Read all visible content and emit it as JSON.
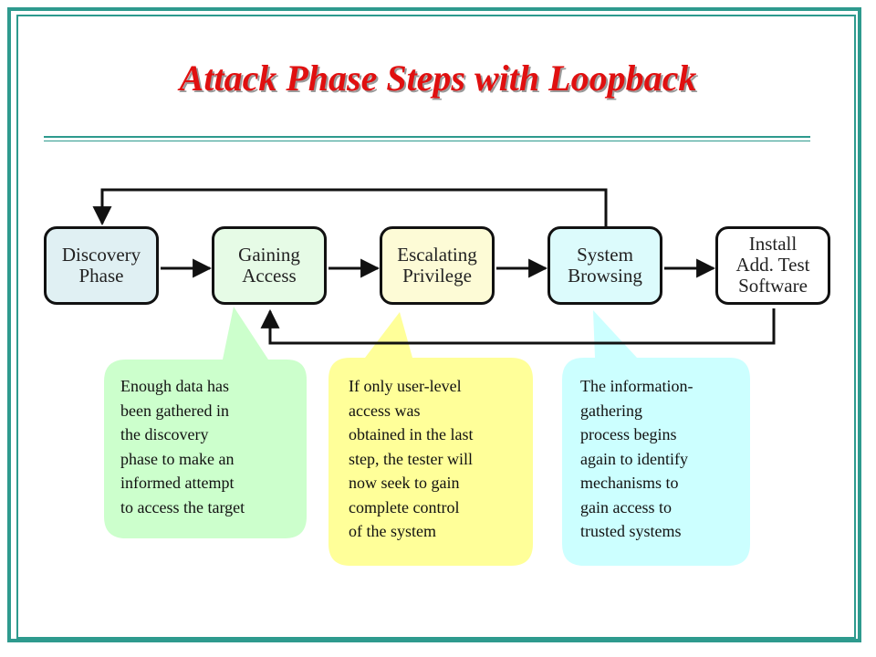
{
  "title": "Attack Phase Steps with Loopback",
  "steps": [
    {
      "line1": "Discovery",
      "line2": "Phase",
      "line3": "",
      "color": "#e0f0f3"
    },
    {
      "line1": "Gaining",
      "line2": "Access",
      "line3": "",
      "color": "#e6fbe6"
    },
    {
      "line1": "Escalating",
      "line2": "Privilege",
      "line3": "",
      "color": "#fdfbd6"
    },
    {
      "line1": "System",
      "line2": "Browsing",
      "line3": "",
      "color": "#dcfbfc"
    },
    {
      "line1": "Install",
      "line2": "Add. Test",
      "line3": "Software",
      "color": "#ffffff"
    }
  ],
  "callouts": [
    {
      "lines": [
        "Enough data has",
        "been gathered in",
        "the discovery",
        "phase to make an",
        "informed attempt",
        "to access the target"
      ],
      "color": "#ccffcc"
    },
    {
      "lines": [
        "If only user-level",
        "access was",
        "obtained in the last",
        "step, the tester will",
        "now seek to gain",
        "complete control",
        "of the system"
      ],
      "color": "#ffff99"
    },
    {
      "lines": [
        "The information-",
        "gathering",
        "process begins",
        "again to identify",
        "mechanisms to",
        "gain access to",
        "trusted systems"
      ],
      "color": "#ccffff"
    }
  ],
  "colors": {
    "frame": "#2e9a8e",
    "title": "#e01010",
    "connector": "#111111"
  }
}
